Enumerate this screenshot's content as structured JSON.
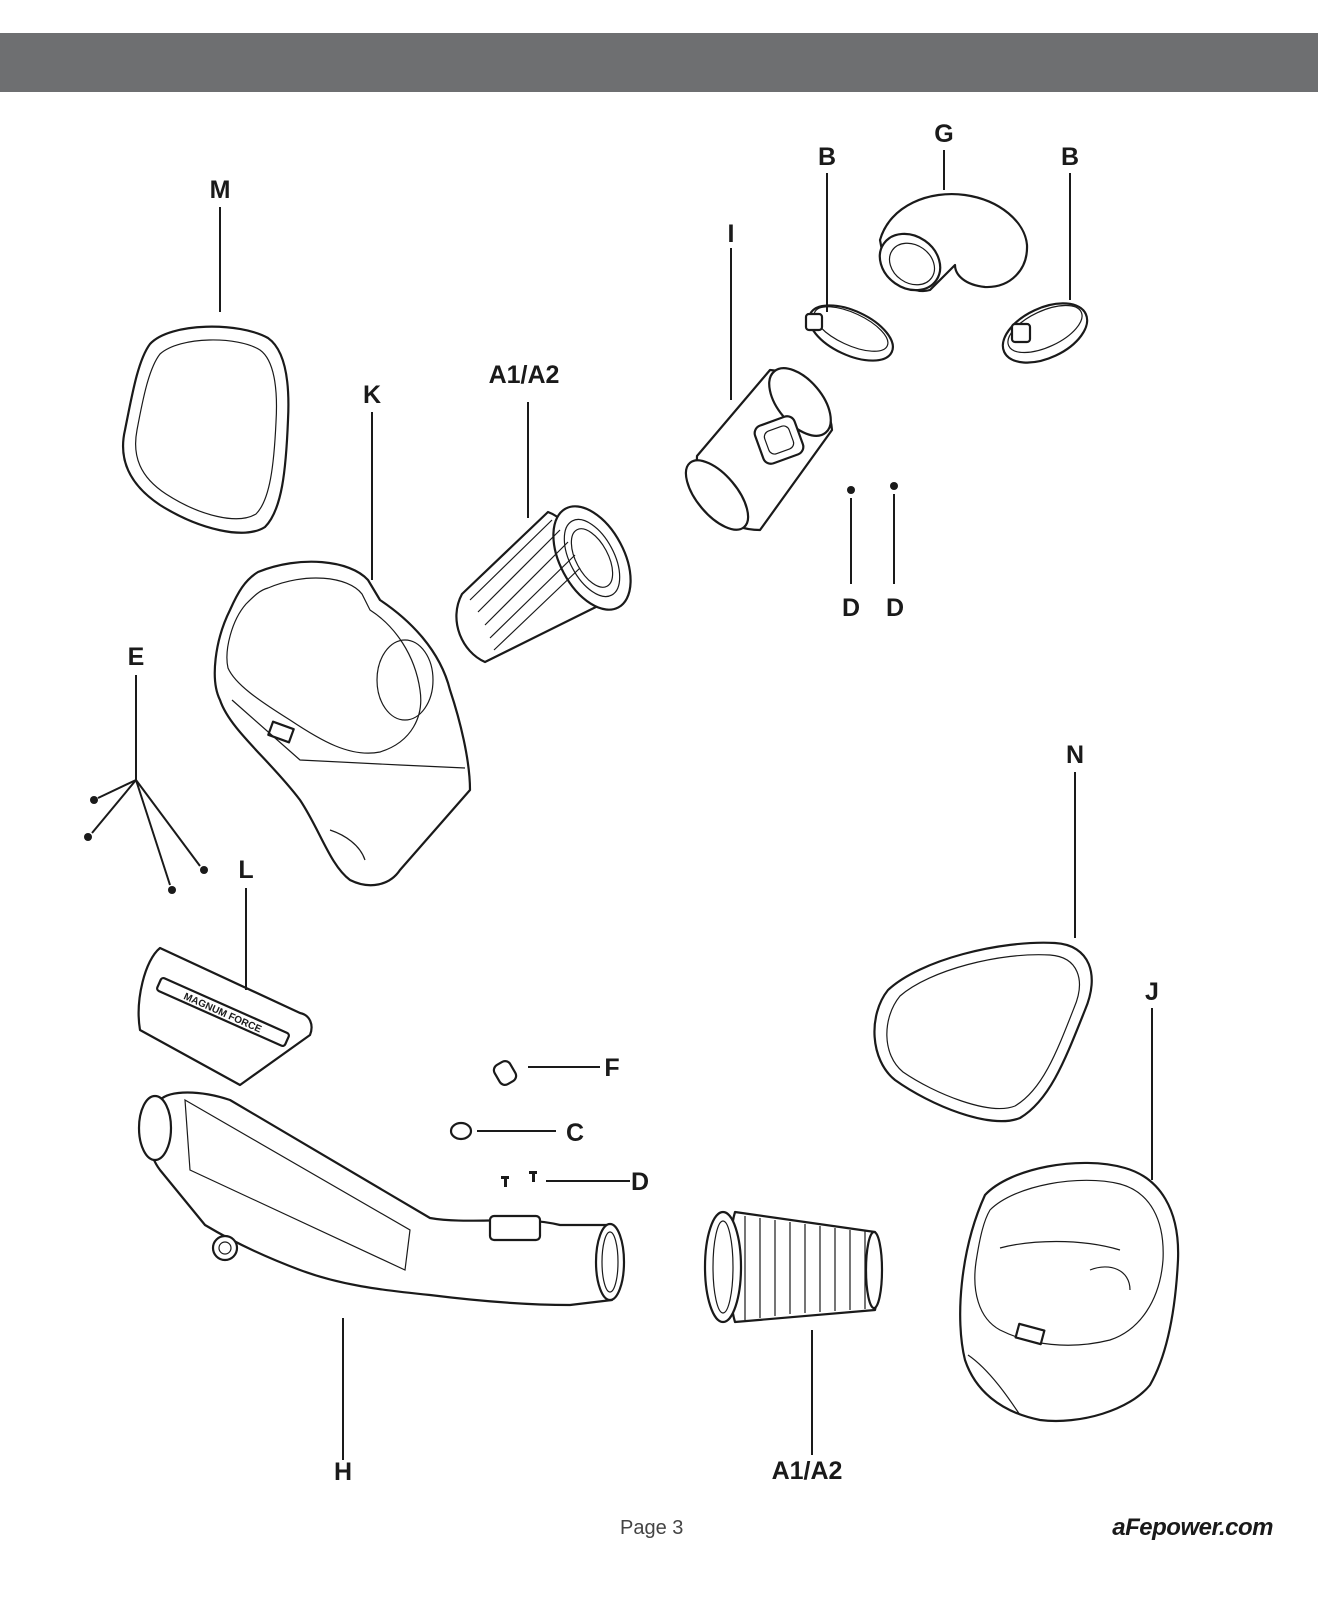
{
  "labels": {
    "m": "M",
    "k": "K",
    "a1a2_top": "A1/A2",
    "i": "I",
    "b_left": "B",
    "g": "G",
    "b_right": "B",
    "d_left": "D",
    "d_right": "D",
    "e": "E",
    "n": "N",
    "l": "L",
    "f": "F",
    "c": "C",
    "d_bottom": "D",
    "j": "J",
    "h": "H",
    "a1a2_bottom": "A1/A2"
  },
  "footer": {
    "page": "Page 3",
    "website": "aFepower.com"
  },
  "colors": {
    "header_bar": "#6e6f71",
    "line": "#1a1a1a"
  }
}
